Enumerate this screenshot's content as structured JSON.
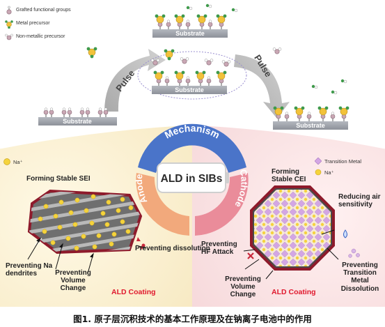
{
  "legend_top": {
    "grafted": "Grafted functional groups",
    "metal": "Metal precursor",
    "nonmetal": "Non-metallic precursor"
  },
  "mechanism": {
    "pulse_left": "Pulse",
    "pulse_right": "Pulse",
    "substrate": "Substrate",
    "ring_title": "Mechanism"
  },
  "center": {
    "title": "ALD in SIBs",
    "anode": "Anode",
    "cathode": "Cathode"
  },
  "anode_panel": {
    "legend_na": "Na⁺",
    "heading": "Forming Stable SEI",
    "preventing_dissolution": "Preventing dissolution",
    "preventing_dendrites": "Preventing Na dendrites",
    "preventing_volume": "Preventing Volume Change",
    "coating": "ALD Coating"
  },
  "cathode_panel": {
    "legend_tm": "Transition Metal",
    "legend_na": "Na⁺",
    "heading": "Forming Stable CEI",
    "reducing_air": "Reducing air sensitivity",
    "preventing_hf": "Preventing HF Attack",
    "preventing_tm": "Preventing Transition Metal Dissolution",
    "preventing_volume": "Preventing Volume Change",
    "coating": "ALD Coating"
  },
  "caption": "图1. 原子层沉积技术的基本工作原理及在钠离子电池中的作用",
  "colors": {
    "anode_bg": "#fcf4de",
    "cathode_bg": "#fbe9ea",
    "mechanism_ring": "#4a74c9",
    "anode_ring": "#f2a97c",
    "cathode_ring": "#ea8c9a",
    "substrate": "#9fa3ab",
    "coating_red": "#b4182c",
    "coating_label": "#e0192e",
    "na_yellow": "#f5d33c",
    "tm_purple": "#d3a6e4"
  }
}
